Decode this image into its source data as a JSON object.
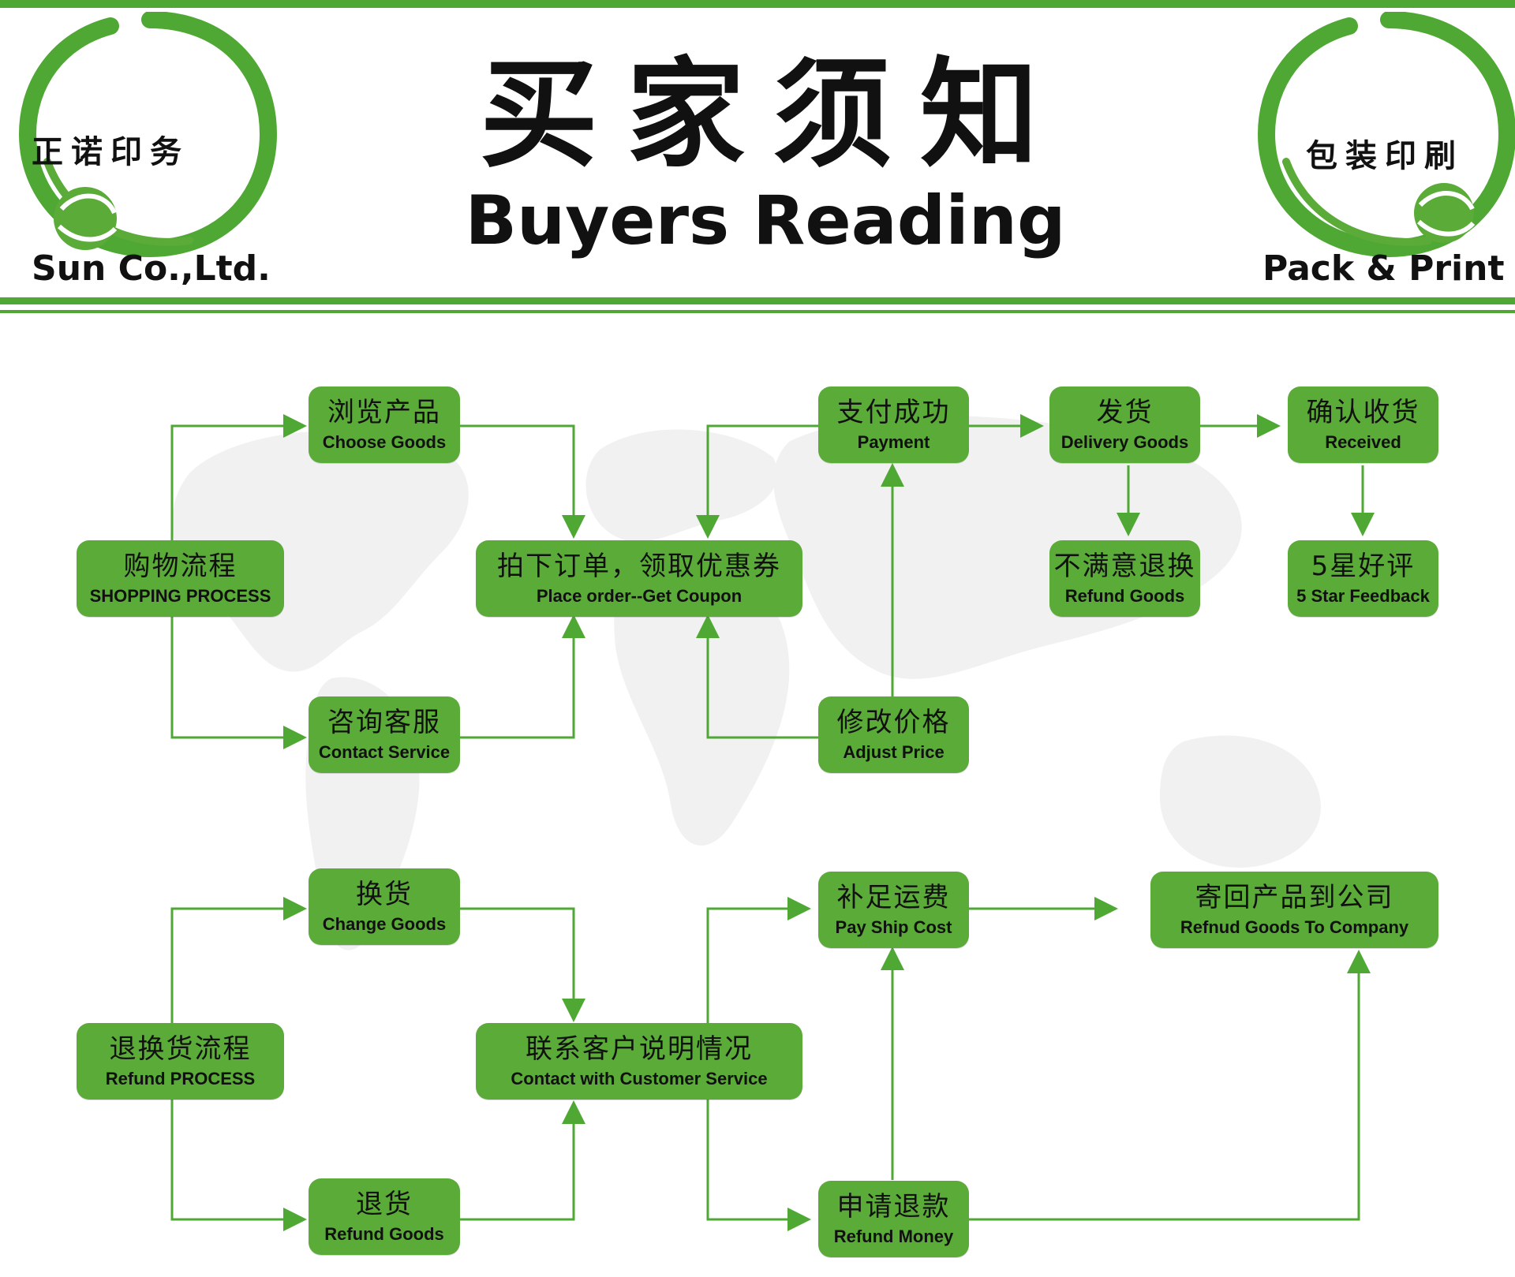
{
  "header": {
    "title_cn": "买家须知",
    "title_en": "Buyers Reading",
    "left_logo": {
      "chars": "正诺印务",
      "caption": "Sun Co.,Ltd."
    },
    "right_logo": {
      "chars": "包装印刷",
      "caption": "Pack & Print"
    }
  },
  "colors": {
    "accent": "#5aab38",
    "line": "#4fa834",
    "text": "#111111"
  },
  "shopping": {
    "start": {
      "cn": "购物流程",
      "en": "SHOPPING PROCESS"
    },
    "choose": {
      "cn": "浏览产品",
      "en": "Choose Goods"
    },
    "contact": {
      "cn": "咨询客服",
      "en": "Contact Service"
    },
    "order": {
      "cn": "拍下订单，领取优惠券",
      "en": "Place order--Get Coupon"
    },
    "adjust": {
      "cn": "修改价格",
      "en": "Adjust Price"
    },
    "payment": {
      "cn": "支付成功",
      "en": "Payment"
    },
    "delivery": {
      "cn": "发货",
      "en": "Delivery Goods"
    },
    "received": {
      "cn": "确认收货",
      "en": "Received"
    },
    "refund_goods": {
      "cn": "不满意退换",
      "en": "Refund Goods"
    },
    "feedback": {
      "cn": "5星好评",
      "en": "5 Star Feedback"
    }
  },
  "refund": {
    "start": {
      "cn": "退换货流程",
      "en": "Refund PROCESS"
    },
    "change": {
      "cn": "换货",
      "en": "Change Goods"
    },
    "return": {
      "cn": "退货",
      "en": "Refund Goods"
    },
    "contact": {
      "cn": "联系客户说明情况",
      "en": "Contact with Customer Service"
    },
    "ship_cost": {
      "cn": "补足运费",
      "en": "Pay Ship Cost"
    },
    "refund_money": {
      "cn": "申请退款",
      "en": "Refund Money"
    },
    "send_back": {
      "cn": "寄回产品到公司",
      "en": "Refnud Goods To Company"
    }
  }
}
